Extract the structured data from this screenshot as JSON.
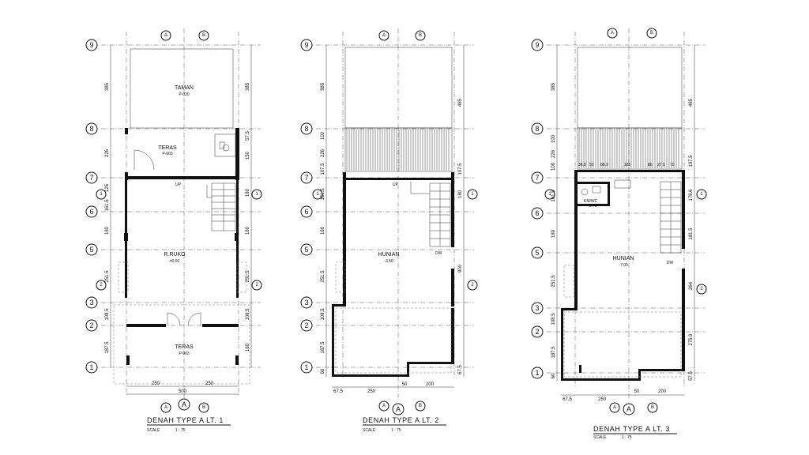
{
  "plans": [
    {
      "title": "DENAH  TYPE  A  LT.  1",
      "scale_label": "SCALE",
      "scale_value": "1 : 75",
      "rooms": [
        {
          "name": "TAMAN",
          "code": "P-020"
        },
        {
          "name": "TERAS",
          "code": "P-003"
        },
        {
          "name": "R.RUKO",
          "code": "±0.00"
        },
        {
          "name": "TERAS",
          "code": "P-003"
        }
      ],
      "up_label": "UP",
      "left_dims": [
        "385",
        "226",
        "125",
        "161.5",
        "180",
        "251.5",
        "108.5",
        "187.5"
      ],
      "right_dims": [
        "385",
        "57.5",
        "150",
        "180",
        "180",
        "251.5",
        "108.5",
        "160"
      ],
      "bottom_dims": [
        "250",
        "250",
        "500"
      ],
      "grid_rows": [
        "9",
        "8",
        "7",
        "6",
        "5",
        "3",
        "2",
        "1"
      ],
      "grid_col": "A"
    },
    {
      "title": "DENAH  TYPE  A  LT.  2",
      "scale_label": "SCALE",
      "scale_value": "1 : 75",
      "rooms": [
        {
          "name": "HUNIAN",
          "code": "-3.50"
        }
      ],
      "up_label": "UP",
      "dw_label": "DW",
      "left_dims": [
        "385",
        "226",
        "100",
        "107.5",
        "161.5",
        "180",
        "251.5",
        "108.5",
        "187.5",
        "60"
      ],
      "right_dims": [
        "485",
        "107.5",
        "180",
        "900",
        "67.5"
      ],
      "bottom_dims": [
        "67.5",
        "250",
        "50",
        "200"
      ],
      "grid_rows": [
        "9",
        "8",
        "7",
        "6",
        "5",
        "3",
        "2",
        "1"
      ],
      "grid_col": "A"
    },
    {
      "title": "DENAH  TYPE  A  LT.  3",
      "scale_label": "SCALE",
      "scale_value": "1 : 75",
      "rooms": [
        {
          "name": "KM/WC",
          "code": "-6.75"
        },
        {
          "name": "HUNIAN",
          "code": "-7.00"
        }
      ],
      "dw_label": "DW",
      "top_dims": [
        "36.5",
        "50",
        "68.9",
        "185",
        "86",
        "27.5",
        "70"
      ],
      "left_dims": [
        "385",
        "226",
        "100",
        "108",
        "161.5",
        "180",
        "251.5",
        "108.5",
        "187.5",
        "60"
      ],
      "right_dims": [
        "485",
        "107.5",
        "178.6",
        "181.5",
        "264",
        "275.9",
        "57.5"
      ],
      "bottom_dims": [
        "67.5",
        "250",
        "50",
        "200"
      ],
      "grid_rows": [
        "9",
        "8",
        "7",
        "6",
        "5",
        "3",
        "2",
        "1"
      ],
      "grid_col": "A"
    }
  ],
  "section_markers": [
    "A",
    "B",
    "1",
    "2"
  ]
}
